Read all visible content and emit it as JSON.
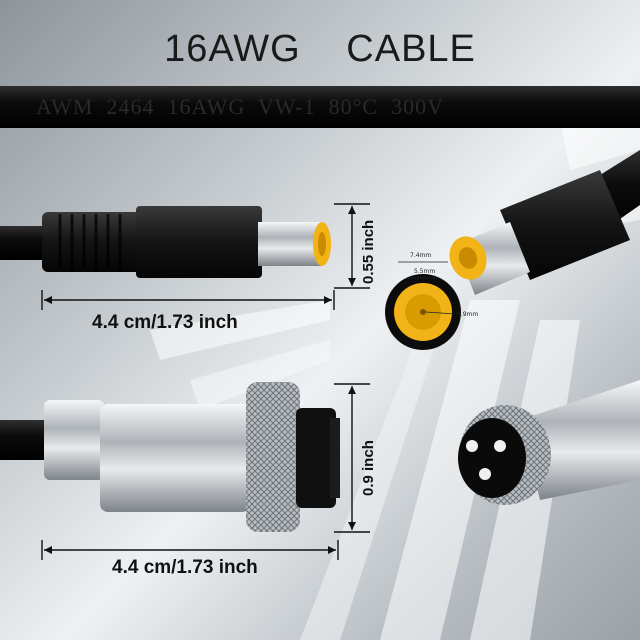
{
  "title": "16AWG   CABLE",
  "cable_print": "AWM  2464  16AWG  VW-1  80°C  300V",
  "dimensions": {
    "dc_length": "4.4 cm/1.73 inch",
    "dc_diameter": "0.55 inch",
    "gx_length": "4.4 cm/1.73 inch",
    "gx_diameter": "0.9 inch"
  },
  "tip_detail": {
    "outer": "7.4mm",
    "inner": "5.5mm",
    "pin": "0.9mm"
  },
  "colors": {
    "cable": "#121212",
    "tip_yellow": "#f2b316",
    "metal": "#c8ccd0",
    "background": "#d6dadd"
  }
}
